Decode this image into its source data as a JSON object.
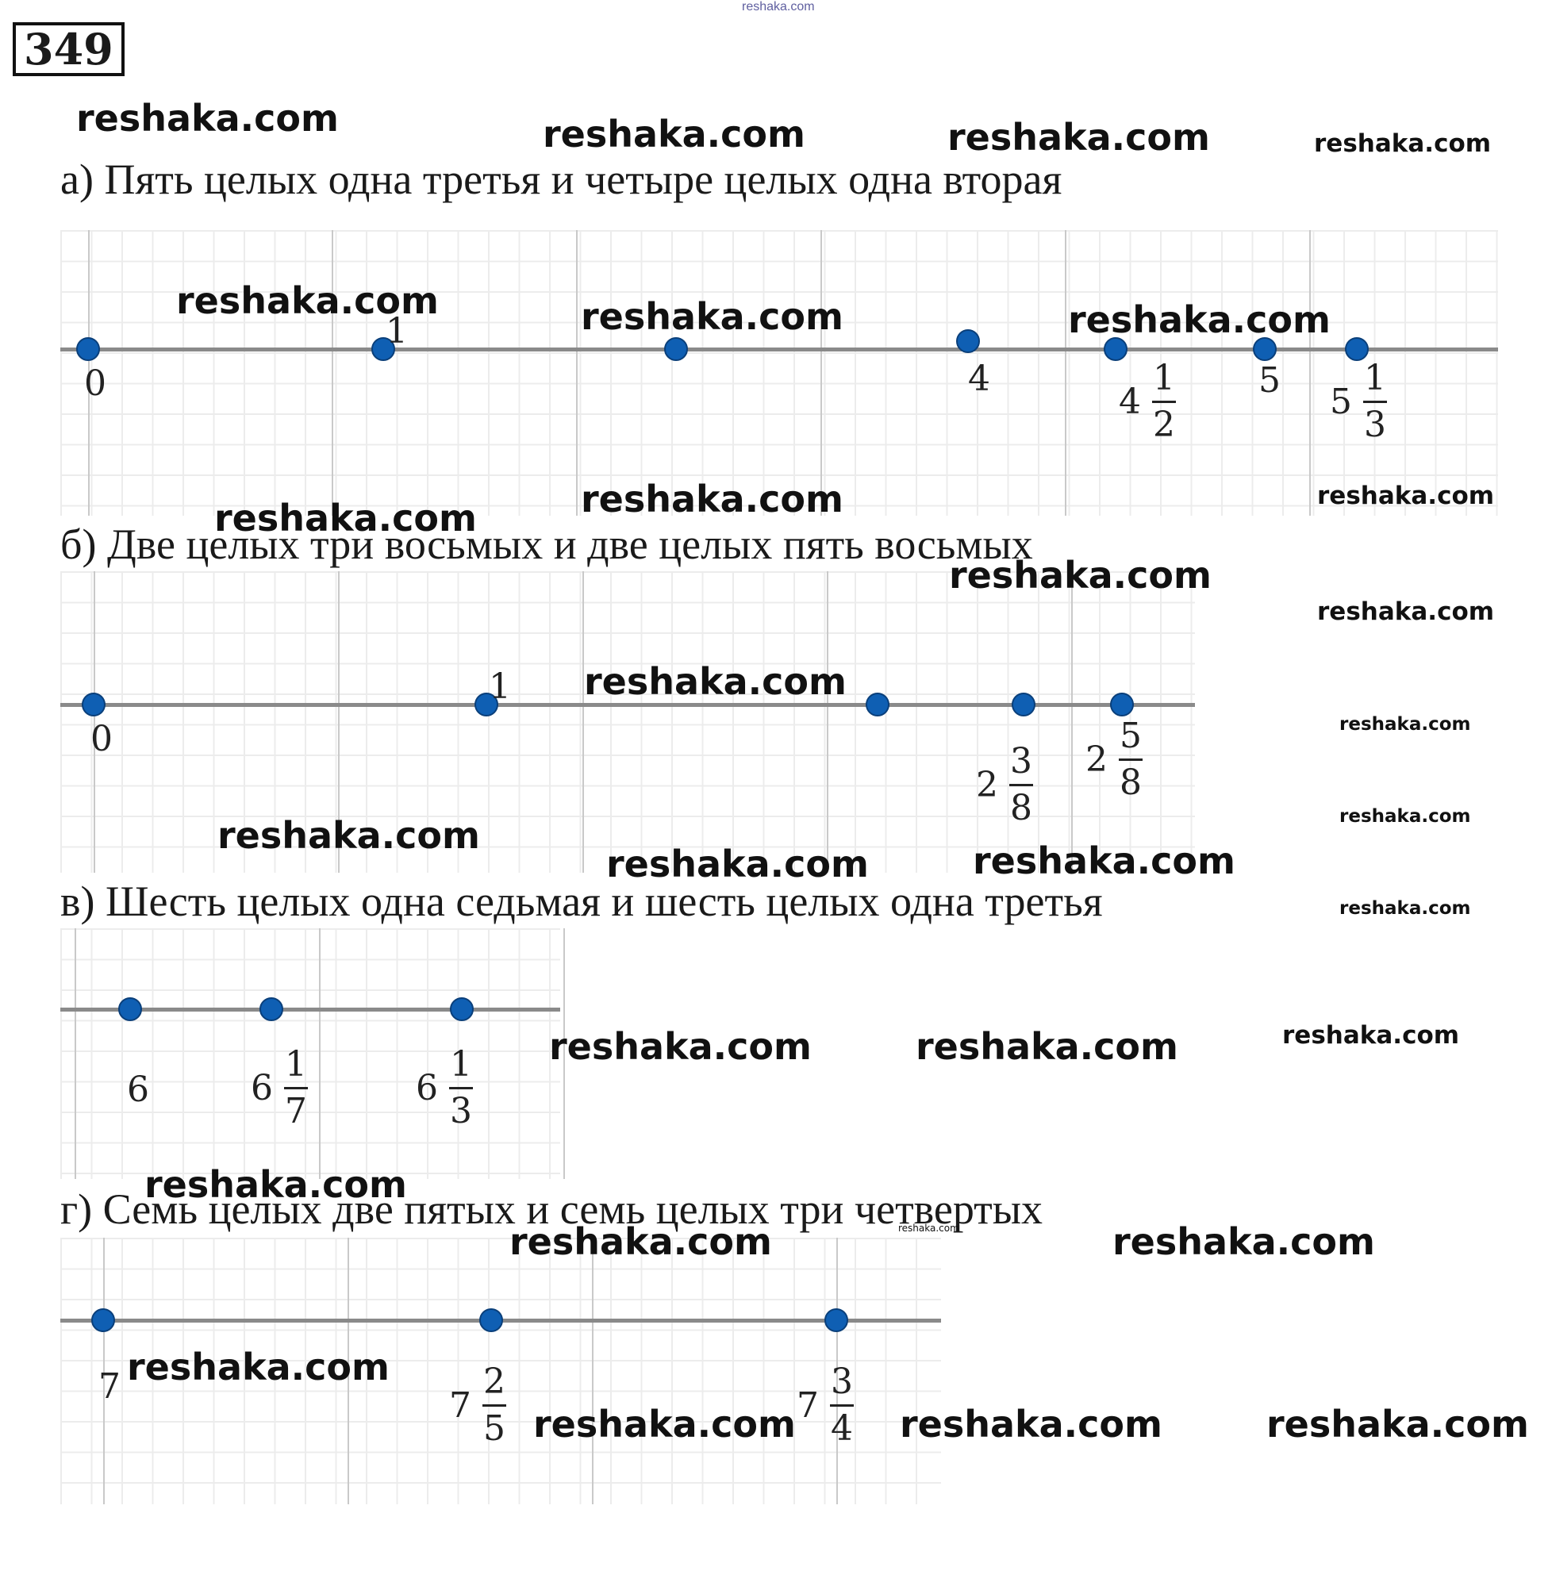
{
  "problem_number": "349",
  "header_watermark": "reshaka.com",
  "watermark": "reshaka.com",
  "sections": [
    {
      "heading": "а) Пять целых одна третья и четыре целых одна вторая",
      "points": [
        {
          "label": "0"
        },
        {
          "label": "1"
        },
        {
          "label": ""
        },
        {
          "label": "4"
        },
        {
          "whole": "4",
          "num": "1",
          "den": "2"
        },
        {
          "label": "5"
        },
        {
          "whole": "5",
          "num": "1",
          "den": "3"
        }
      ]
    },
    {
      "heading": "б) Две целых три восьмых и две целых пять восьмых",
      "points": [
        {
          "label": "0"
        },
        {
          "label": "1"
        },
        {
          "label": ""
        },
        {
          "whole": "2",
          "num": "3",
          "den": "8"
        },
        {
          "whole": "2",
          "num": "5",
          "den": "8"
        }
      ]
    },
    {
      "heading": "в) Шесть целых одна седьмая и шесть целых одна третья",
      "points": [
        {
          "label": "6"
        },
        {
          "whole": "6",
          "num": "1",
          "den": "7"
        },
        {
          "whole": "6",
          "num": "1",
          "den": "3"
        }
      ]
    },
    {
      "heading": "г) Семь целых две пятых и семь целых три четвертых",
      "points": [
        {
          "label": "7"
        },
        {
          "whole": "7",
          "num": "2",
          "den": "5"
        },
        {
          "whole": "7",
          "num": "3",
          "den": "4"
        }
      ]
    }
  ]
}
